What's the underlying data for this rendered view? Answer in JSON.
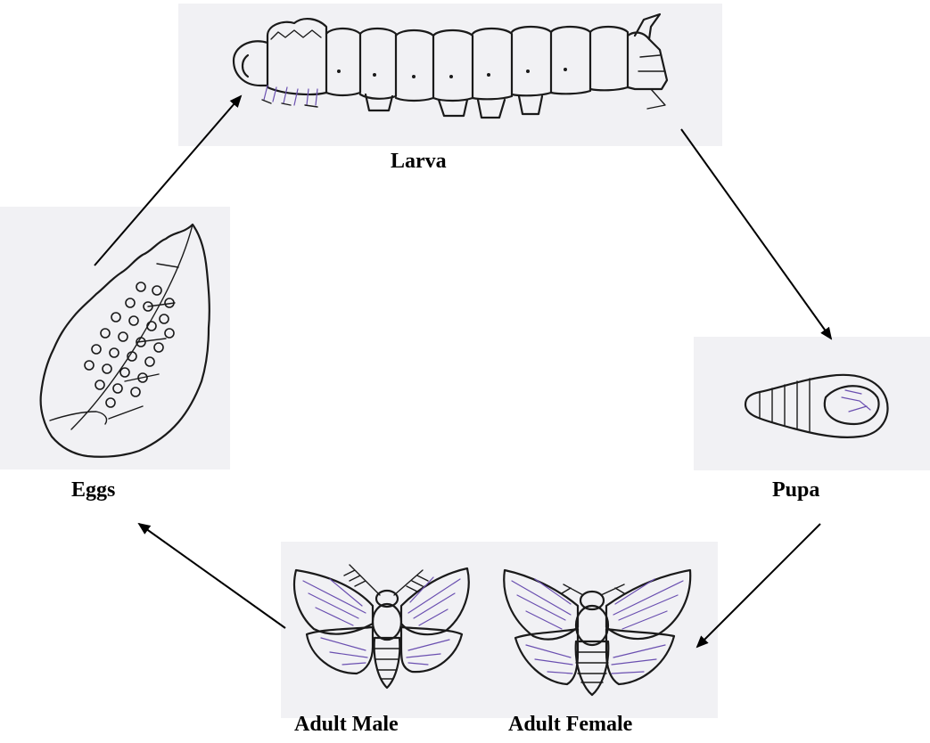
{
  "labels": {
    "larva": "Larva",
    "pupa": "Pupa",
    "eggs": "Eggs",
    "adult_male": "Adult Male",
    "adult_female": "Adult Female"
  },
  "colors": {
    "ink": "#1a1a1a",
    "wing_vein": "#6a4fb0",
    "background": "#ffffff"
  }
}
